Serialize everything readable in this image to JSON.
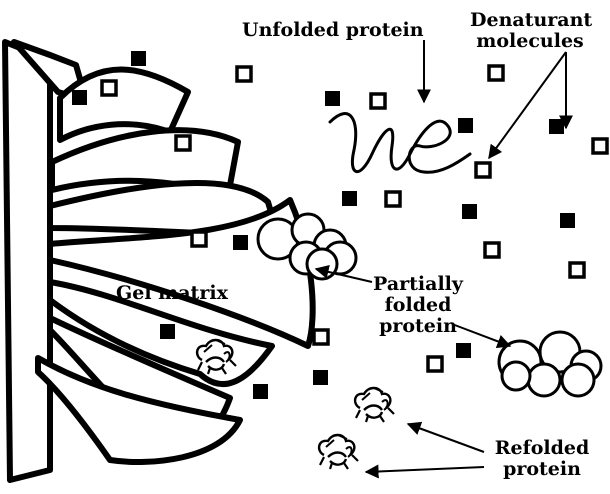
{
  "labels": {
    "unfolded": "Unfolded protein",
    "denaturant_1": "Denaturant",
    "denaturant_2": "molecules",
    "gel_matrix": "Gel matrix",
    "partially_1": "Partially",
    "partially_2": "folded",
    "partially_3": "protein",
    "refolded_1": "Refolded",
    "refolded_2": "protein"
  },
  "colors": {
    "ink": "#000000",
    "background": "#ffffff"
  }
}
